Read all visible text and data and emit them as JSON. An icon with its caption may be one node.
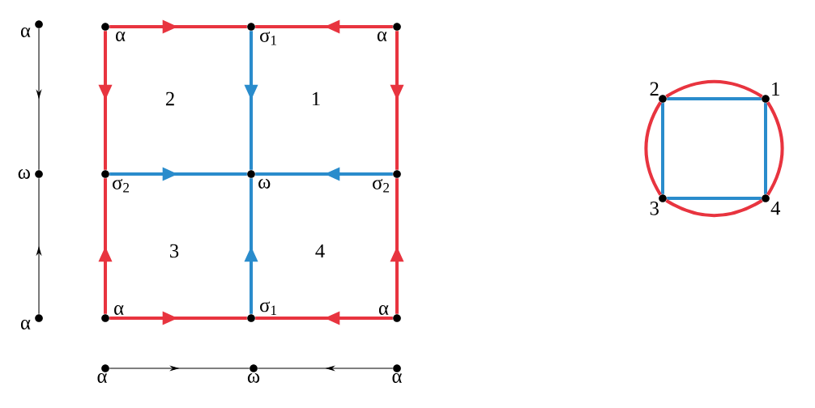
{
  "diagram": {
    "nodes": [
      {
        "text": [],
        "shape": "circle",
        "beside": [
          "α"
        ]
      },
      {
        "text": [],
        "shape": "circle",
        "beside": [
          "α"
        ]
      },
      {
        "text": [],
        "shape": "circle",
        "beside": [
          "σ$_{1}$"
        ]
      },
      {
        "text": [],
        "shape": "circle",
        "beside": [
          "α"
        ]
      },
      {
        "text": [],
        "shape": "circle",
        "beside": [
          "ω"
        ]
      },
      {
        "text": [],
        "shape": "circle",
        "beside": [
          "σ$_{2}$"
        ]
      },
      {
        "text": [],
        "shape": "circle",
        "beside": [
          "ω"
        ]
      },
      {
        "text": [],
        "shape": "circle",
        "beside": [
          "σ$_{2}$"
        ]
      },
      {
        "text": [],
        "shape": "circle",
        "beside": [
          "α"
        ]
      },
      {
        "text": [],
        "shape": "circle",
        "beside": [
          "α"
        ]
      },
      {
        "text": [],
        "shape": "circle",
        "beside": [
          "σ$_{1}$"
        ]
      },
      {
        "text": [],
        "shape": "circle",
        "beside": [
          "α"
        ]
      },
      {
        "text": [],
        "shape": "circle",
        "beside": [
          "α"
        ]
      },
      {
        "text": [],
        "shape": "circle",
        "beside": [
          "ω"
        ]
      },
      {
        "text": [],
        "shape": "circle",
        "beside": [
          "α"
        ]
      },
      {
        "text": [],
        "shape": "circle",
        "beside": [
          "2"
        ]
      },
      {
        "text": [],
        "shape": "circle",
        "beside": [
          "1"
        ]
      },
      {
        "text": [],
        "shape": "circle",
        "beside": [
          "3"
        ]
      },
      {
        "text": [],
        "shape": "circle",
        "beside": [
          "4"
        ]
      }
    ],
    "edges": [
      {
        "from": 0,
        "to": 4,
        "arrow": "to",
        "color": "#000000"
      },
      {
        "from": 8,
        "to": 4,
        "arrow": "to",
        "color": "#000000"
      },
      {
        "from": 12,
        "to": 13,
        "arrow": "to",
        "color": "#000000"
      },
      {
        "from": 14,
        "to": 13,
        "arrow": "to",
        "color": "#000000"
      },
      {
        "from": 1,
        "to": 2,
        "arrow": "to"
      },
      {
        "from": 3,
        "to": 2,
        "arrow": "to"
      },
      {
        "from": 1,
        "to": 5,
        "arrow": "to"
      },
      {
        "from": 9,
        "to": 5,
        "arrow": "to"
      },
      {
        "from": 3,
        "to": 7,
        "arrow": "to"
      },
      {
        "from": 11,
        "to": 7,
        "arrow": "to"
      },
      {
        "from": 9,
        "to": 10,
        "arrow": "to"
      },
      {
        "from": 11,
        "to": 10,
        "arrow": "to"
      },
      {
        "from": 2,
        "to": 6,
        "arrow": "to",
        "color": "#2a8ccc"
      },
      {
        "from": 5,
        "to": 6,
        "arrow": "to",
        "color": "#2a8ccc"
      },
      {
        "from": 7,
        "to": 6,
        "arrow": "to",
        "color": "#2a8ccc"
      },
      {
        "from": 10,
        "to": 6,
        "arrow": "to",
        "color": "#2a8ccc"
      },
      {
        "from": 15,
        "to": 16,
        "arrow": "none",
        "color": "#2a8ccc"
      },
      {
        "from": 16,
        "to": 18,
        "arrow": "none",
        "color": "#2a8ccc"
      },
      {
        "from": 18,
        "to": 17,
        "arrow": "none",
        "color": "#2a8ccc"
      },
      {
        "from": 17,
        "to": 15,
        "arrow": "none",
        "color": "#2a8ccc"
      },
      {
        "from": 15,
        "to": 16,
        "arrow": "none"
      },
      {
        "from": 16,
        "to": 18,
        "arrow": "none"
      },
      {
        "from": 18,
        "to": 17,
        "arrow": "none"
      },
      {
        "from": 17,
        "to": 15,
        "arrow": "none"
      }
    ],
    "labels": [
      "2",
      "1",
      "3",
      "4"
    ]
  }
}
